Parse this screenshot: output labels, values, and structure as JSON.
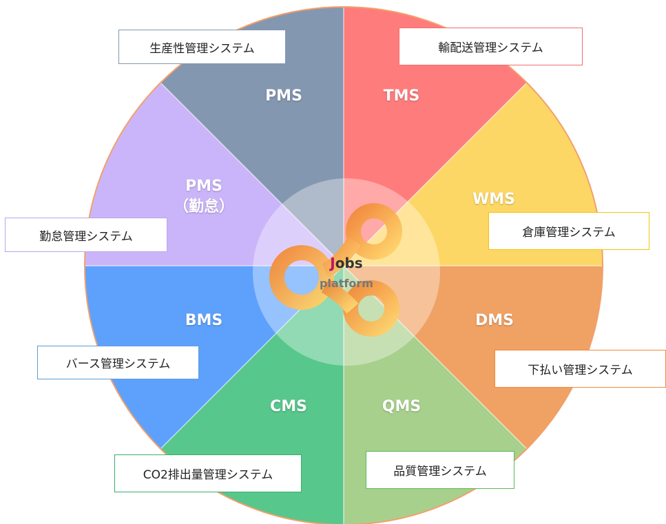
{
  "center": {
    "title_first": "J",
    "title_rest": "obs",
    "subtitle": "platform"
  },
  "segments": [
    {
      "id": "tms",
      "code": "TMS",
      "system": "輸配送管理システム",
      "color": "#ff7c7c",
      "border": "#f06c6c"
    },
    {
      "id": "wms",
      "code": "WMS",
      "system": "倉庫管理システム",
      "color": "#fdd766",
      "border": "#f2c20e"
    },
    {
      "id": "dms",
      "code": "DMS",
      "system": "下払い管理システム",
      "color": "#f0a164",
      "border": "#ef8a3c"
    },
    {
      "id": "qms",
      "code": "QMS",
      "system": "品質管理システム",
      "color": "#a8d08d",
      "border": "#5cb85c"
    },
    {
      "id": "cms",
      "code": "CMS",
      "system": "CO2排出量管理システム",
      "color": "#57c78c",
      "border": "#3cae6c"
    },
    {
      "id": "bms",
      "code": "BMS",
      "system": "バース管理システム",
      "color": "#5ea1fc",
      "border": "#5b9bd5"
    },
    {
      "id": "pms-kintai",
      "code": "PMS\n（勤怠）",
      "system": "勤怠管理システム",
      "color": "#cbb5fa",
      "border": "#b9a4f0"
    },
    {
      "id": "pms",
      "code": "PMS",
      "system": "生産性管理システム",
      "color": "#8497b0",
      "border": "#8497b0"
    }
  ]
}
